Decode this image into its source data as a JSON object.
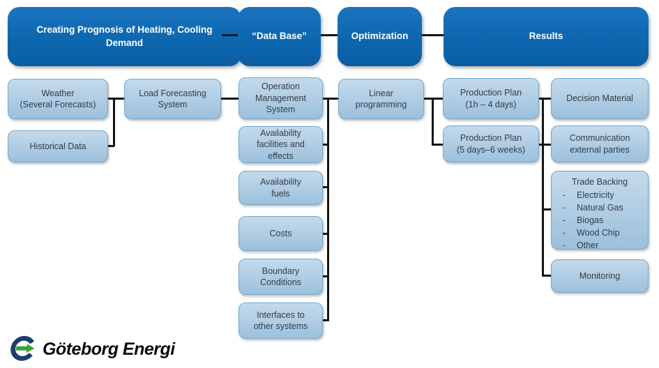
{
  "headers": [
    {
      "label": "Creating Prognosis of Heating, Cooling\nDemand"
    },
    {
      "label": "“Data Base”"
    },
    {
      "label": "Optimization"
    },
    {
      "label": "Results"
    }
  ],
  "prognosis": {
    "weather": {
      "label": "Weather\n(Several Forecasts)"
    },
    "historical": {
      "label": "Historical Data"
    },
    "load_forecasting": {
      "label": "Load Forecasting\nSystem"
    }
  },
  "database": {
    "operation_management": {
      "label": "Operation\nManagement\nSystem"
    },
    "availability_facilities": {
      "label": "Availability\nfacilities and\neffects"
    },
    "availability_fuels": {
      "label": "Availability\nfuels"
    },
    "costs": {
      "label": "Costs"
    },
    "boundary_conditions": {
      "label": "Boundary\nConditions"
    },
    "interfaces": {
      "label": "Interfaces to\nother systems"
    }
  },
  "optimization": {
    "linear_programming": {
      "label": "Linear\nprogramming"
    }
  },
  "results": {
    "production_plan_short": {
      "label": "Production Plan\n(1h – 4 days)"
    },
    "production_plan_long": {
      "label": "Production Plan\n(5 days–6 weeks)"
    },
    "decision_material": {
      "label": "Decision Material"
    },
    "communication": {
      "label": "Communication\nexternal parties"
    },
    "trade_backing": {
      "title": "Trade Backing",
      "bullet": "-",
      "items": [
        "Electricity",
        "Natural Gas",
        "Biogas",
        "Wood Chip",
        "Other"
      ]
    },
    "monitoring": {
      "label": "Monitoring"
    }
  },
  "logo": {
    "text": "Göteborg Energi"
  },
  "colors": {
    "header_fill_top": "#1a74be",
    "header_fill": "#0c66ae",
    "header_fill_bottom": "#0a5ea2",
    "header_text": "#ffffff",
    "box_fill_top": "#c4daeb",
    "box_fill_bottom": "#9cc0dc",
    "box_border": "#74a7cb",
    "box_text": "#323c48",
    "connector": "#141414",
    "logo_blue": "#1e3c6e",
    "logo_green": "#37a535",
    "logo_text": "#0d0d0d"
  }
}
